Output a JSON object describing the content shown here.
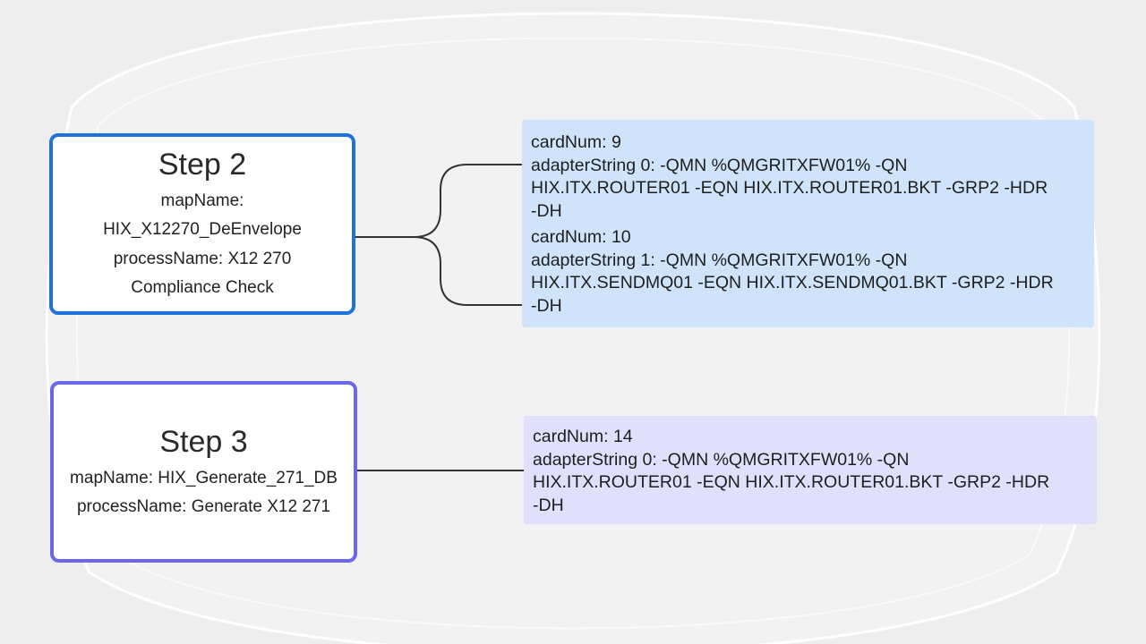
{
  "colors": {
    "background": "#efeeef",
    "step2_border": "#1f72d8",
    "step3_border": "#6a67ea",
    "panel_blue": "#cfe4fb",
    "panel_purple": "#e1e0fc",
    "connector": "#333333"
  },
  "step2": {
    "title": "Step 2",
    "lines": [
      "mapName:",
      "HIX_X12270_DeEnvelope",
      "processName: X12 270",
      "Compliance Check"
    ],
    "cards": [
      {
        "card_label": "cardNum: 9",
        "adapter_label": "adapterString 0: -QMN %QMGRITXFW01% -QN",
        "adapter_cont1": "HIX.ITX.ROUTER01 -EQN HIX.ITX.ROUTER01.BKT -GRP2 -HDR",
        "adapter_cont2": "-DH"
      },
      {
        "card_label": "cardNum: 10",
        "adapter_label": "adapterString 1: -QMN %QMGRITXFW01% -QN",
        "adapter_cont1": "HIX.ITX.SENDMQ01 -EQN HIX.ITX.SENDMQ01.BKT -GRP2 -HDR",
        "adapter_cont2": "-DH"
      }
    ]
  },
  "step3": {
    "title": "Step 3",
    "lines": [
      "mapName: HIX_Generate_271_DB",
      "processName: Generate X12 271"
    ],
    "cards": [
      {
        "card_label": "cardNum: 14",
        "adapter_label": "adapterString 0: -QMN %QMGRITXFW01% -QN",
        "adapter_cont1": "HIX.ITX.ROUTER01 -EQN HIX.ITX.ROUTER01.BKT -GRP2 -HDR",
        "adapter_cont2": "-DH"
      }
    ]
  }
}
